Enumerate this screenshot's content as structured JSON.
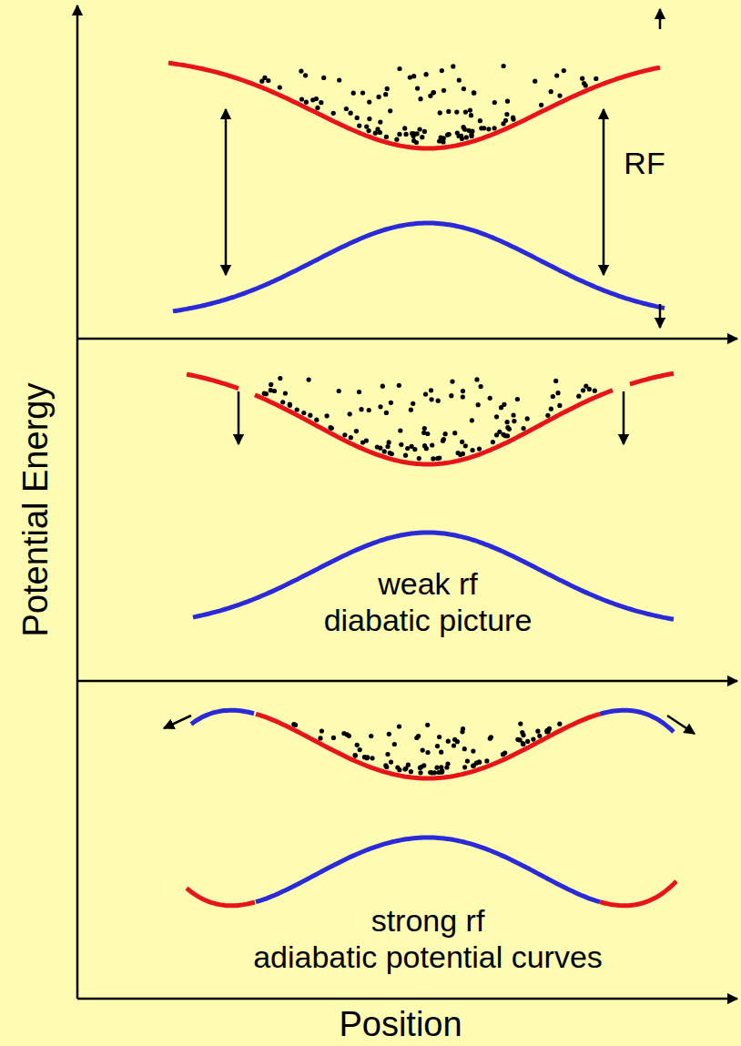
{
  "diagram": {
    "labels": [
      "RF",
      "weak rf",
      "diabatic picture",
      "strong rf",
      "adiabatic potential curves",
      "Potential Energy",
      "Position"
    ]
  }
}
